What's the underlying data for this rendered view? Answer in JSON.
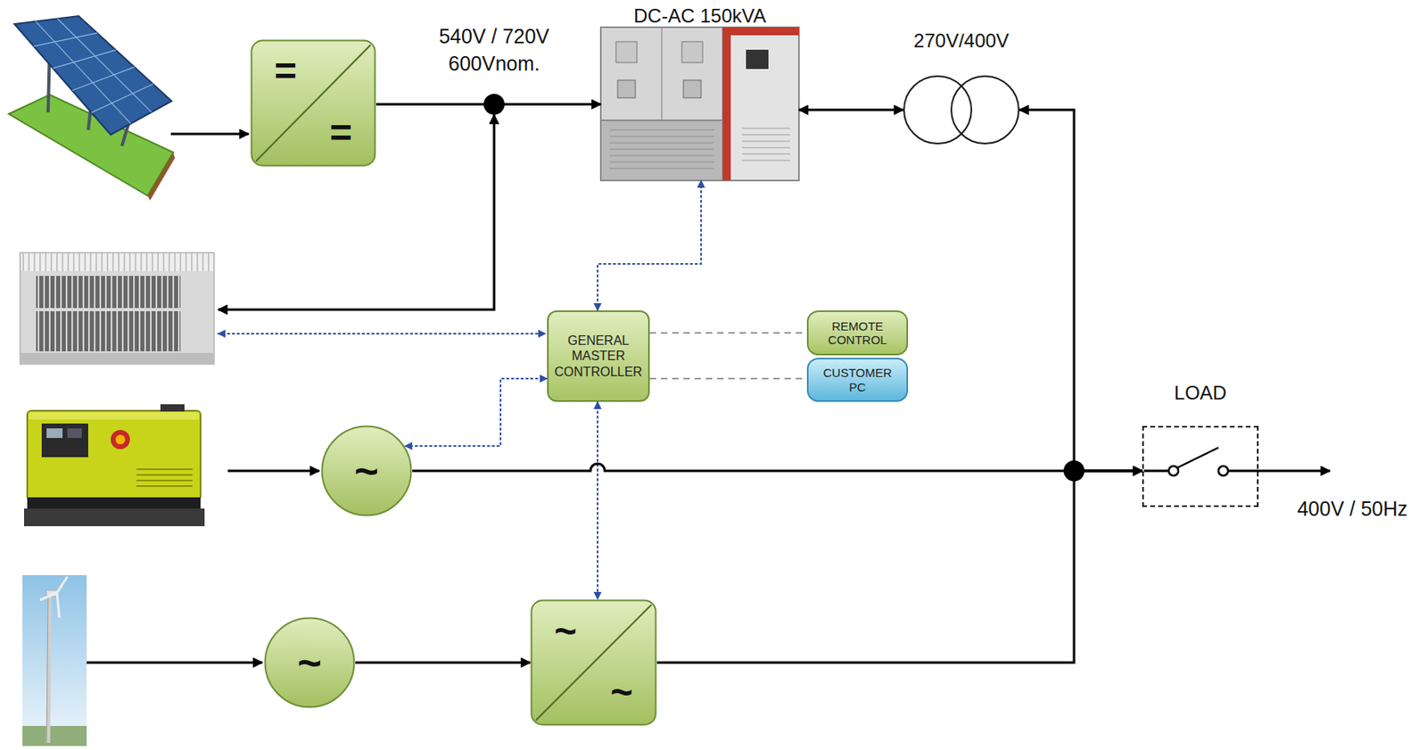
{
  "diagram": {
    "nodes": [
      {
        "text": [
          "=",
          "="
        ]
      },
      {
        "text": [
          "DC-AC 150kVA"
        ]
      },
      {
        "text": [
          "270V/400V"
        ]
      },
      {
        "text": [
          "GENERAL MASTER CONTROLLER"
        ]
      },
      {
        "text": [
          "REMOTE CONTROL"
        ]
      },
      {
        "text": [
          "CUSTOMER PC"
        ]
      },
      {
        "text": [
          "LOAD"
        ]
      },
      {
        "text": [
          "~"
        ]
      },
      {
        "text": [
          "~"
        ]
      },
      {
        "text": [
          "~",
          "~"
        ]
      }
    ],
    "edges": [
      {
        "from": 0,
        "to": 1,
        "arrow": "to"
      },
      {
        "from": 1,
        "to": 2,
        "arrow": "both"
      },
      {
        "from": 2,
        "to": 6,
        "arrow": "both"
      },
      {
        "from": 3,
        "to": 1,
        "arrow": "both"
      },
      {
        "from": 3,
        "to": 4,
        "arrow": "none"
      },
      {
        "from": 3,
        "to": 5,
        "arrow": "none"
      },
      {
        "from": 3,
        "to": 7,
        "arrow": "both"
      },
      {
        "from": 3,
        "to": 9,
        "arrow": "both"
      },
      {
        "from": 7,
        "to": 6,
        "arrow": "to"
      },
      {
        "from": 8,
        "to": 9,
        "arrow": "to"
      },
      {
        "from": 9,
        "to": 6,
        "arrow": "to"
      }
    ],
    "labels": [
      "540V / 720V 600Vnom.",
      "400V / 50Hz"
    ]
  }
}
